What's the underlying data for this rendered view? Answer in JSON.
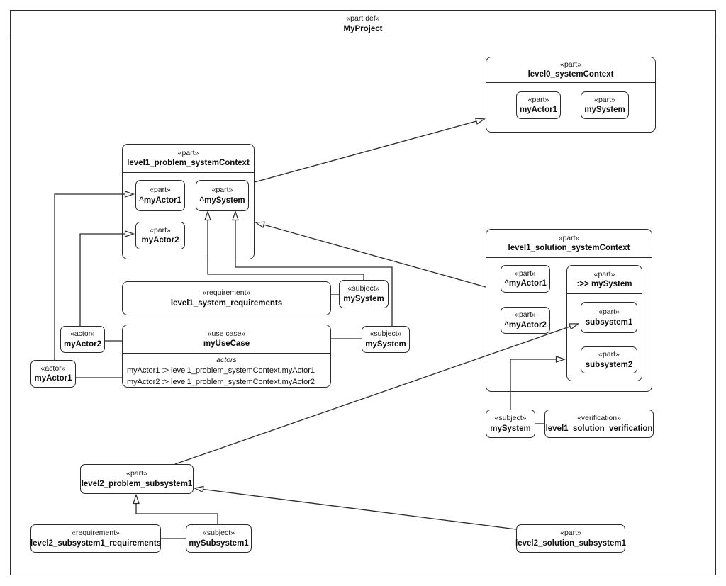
{
  "frame": {
    "stereotype": "«part def»",
    "name": "MyProject"
  },
  "nodes": {
    "level0": {
      "stereotype": "«part»",
      "name": "level0_systemContext"
    },
    "level0_myActor1": {
      "stereotype": "«part»",
      "name": "myActor1"
    },
    "level0_mySystem": {
      "stereotype": "«part»",
      "name": "mySystem"
    },
    "l1_problem": {
      "stereotype": "«part»",
      "name": "level1_problem_systemContext"
    },
    "l1p_myActor1": {
      "stereotype": "«part»",
      "name": "^myActor1"
    },
    "l1p_mySystem": {
      "stereotype": "«part»",
      "name": "^mySystem"
    },
    "l1p_myActor2": {
      "stereotype": "«part»",
      "name": "myActor2"
    },
    "l1_requirements": {
      "stereotype": "«requirement»",
      "name": "level1_system_requirements"
    },
    "l1_req_subject": {
      "stereotype": "«subject»",
      "name": "mySystem"
    },
    "usecase": {
      "stereotype": "«use case»",
      "name": "myUseCase",
      "compartment_label": "actors",
      "lines": [
        "myActor1 :> level1_problem_systemContext.myActor1",
        "myActor2 :> level1_problem_systemContext.myActor2"
      ]
    },
    "uc_subject": {
      "stereotype": "«subject»",
      "name": "mySystem"
    },
    "actor_myActor2": {
      "stereotype": "«actor»",
      "name": "myActor2"
    },
    "actor_myActor1": {
      "stereotype": "«actor»",
      "name": "myActor1"
    },
    "l1_solution": {
      "stereotype": "«part»",
      "name": "level1_solution_systemContext"
    },
    "l1s_myActor1": {
      "stereotype": "«part»",
      "name": "^myActor1"
    },
    "l1s_myActor2": {
      "stereotype": "«part»",
      "name": "^myActor2"
    },
    "l1s_mySystem": {
      "stereotype": "«part»",
      "name": ":>> mySystem"
    },
    "subsystem1": {
      "stereotype": "«part»",
      "name": "subsystem1"
    },
    "subsystem2": {
      "stereotype": "«part»",
      "name": "subsystem2"
    },
    "verif_subject": {
      "stereotype": "«subject»",
      "name": "mySystem"
    },
    "verification": {
      "stereotype": "«verification»",
      "name": "level1_solution_verification"
    },
    "l2_problem": {
      "stereotype": "«part»",
      "name": "level2_problem_subsystem1"
    },
    "l2_requirements": {
      "stereotype": "«requirement»",
      "name": "level2_subsystem1_requirements"
    },
    "l2_subject": {
      "stereotype": "«subject»",
      "name": "mySubsystem1"
    },
    "l2_solution": {
      "stereotype": "«part»",
      "name": "level2_solution_subsystem1"
    }
  },
  "colors": {
    "line": "#2b2b2b",
    "text": "#111111",
    "background": "#ffffff"
  }
}
